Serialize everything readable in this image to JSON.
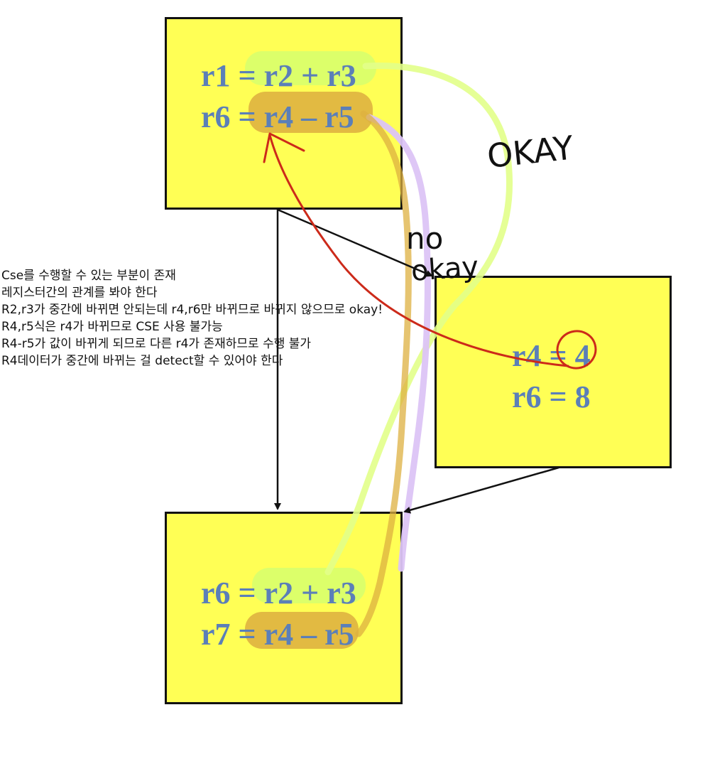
{
  "blocks": {
    "b1": {
      "lines": [
        "r1 = r2 + r3",
        "r6 = r4 – r5"
      ]
    },
    "b2": {
      "lines": [
        "r4 = 4",
        "r6 = 8"
      ]
    },
    "b3": {
      "lines": [
        "r6 = r2 + r3",
        "r7 = r4 – r5"
      ]
    }
  },
  "annotations": {
    "okay": "OKAY",
    "no": "no",
    "okay_small": "okay"
  },
  "notes": [
    "Cse를 수행할 수 있는 부분이 존재",
    "레지스터간의 관계를 봐야 한다",
    "R2,r3가 중간에 바뀌면 안되는데 r4,r6만 바뀌므로 바뀌지 않으므로 okay!",
    "R4,r5식은 r4가 바뀌므로 CSE 사용 불가능",
    "R4-r5가 값이 바뀌게 되므로 다른 r4가 존재하므로 수행 불가",
    "R4데이터가 중간에 바뀌는 걸 detect할 수 있어야 한다"
  ],
  "colors": {
    "block_fill": "#ffff55",
    "instruction_text": "#5b7fb8",
    "highlight_green": "#d6ff6e",
    "highlight_orange": "#deb040",
    "stroke_green": "#e2ff8a",
    "stroke_purple": "#dcc4f5",
    "stroke_orange": "#deb040",
    "stroke_red": "#cc2a1a"
  }
}
